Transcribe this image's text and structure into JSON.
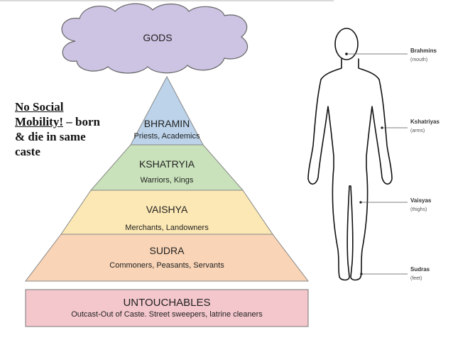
{
  "diagram": {
    "gods": "GODS",
    "note": {
      "underlined": "No Social Mobility!",
      "rest": " – born & die in same caste"
    },
    "tiers": [
      {
        "title": "BHRAMIN",
        "subtitle": "Priests, Academics",
        "color": "#bcd3ea"
      },
      {
        "title": "KSHATRYIA",
        "subtitle": "Warriors, Kings",
        "color": "#c9e2bb"
      },
      {
        "title": "VAISHYA",
        "subtitle": "Merchants, Landowners",
        "color": "#fce8b4"
      },
      {
        "title": "SUDRA",
        "subtitle": "Commoners, Peasants, Servants",
        "color": "#f9d4b6"
      }
    ],
    "untouchables": {
      "title": "UNTOUCHABLES",
      "subtitle": "Outcast-Out of Caste. Street sweepers, latrine cleaners",
      "color": "#f4c7cc"
    },
    "cloud_color": "#cdc3e3",
    "body_labels": [
      {
        "title": "Brahmins",
        "sub": "(mouth)"
      },
      {
        "title": "Kshatriyas",
        "sub": "(arms)"
      },
      {
        "title": "Vaisyas",
        "sub": "(thighs)"
      },
      {
        "title": "Sudras",
        "sub": "(feet)"
      }
    ]
  }
}
